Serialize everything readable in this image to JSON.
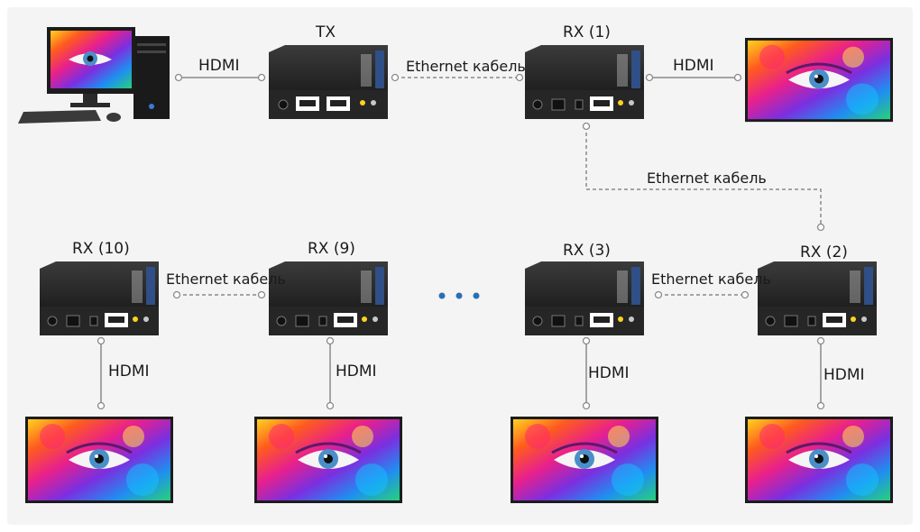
{
  "labels": {
    "tx": "TX",
    "rx1": "RX (1)",
    "rx2": "RX (2)",
    "rx3": "RX (3)",
    "rx9": "RX (9)",
    "rx10": "RX (10)",
    "hdmi": "HDMI",
    "ethernet": "Ethernet кабель"
  },
  "colors": {
    "line": "#8a8a8a",
    "ellipsis": "#2a6fb5"
  }
}
